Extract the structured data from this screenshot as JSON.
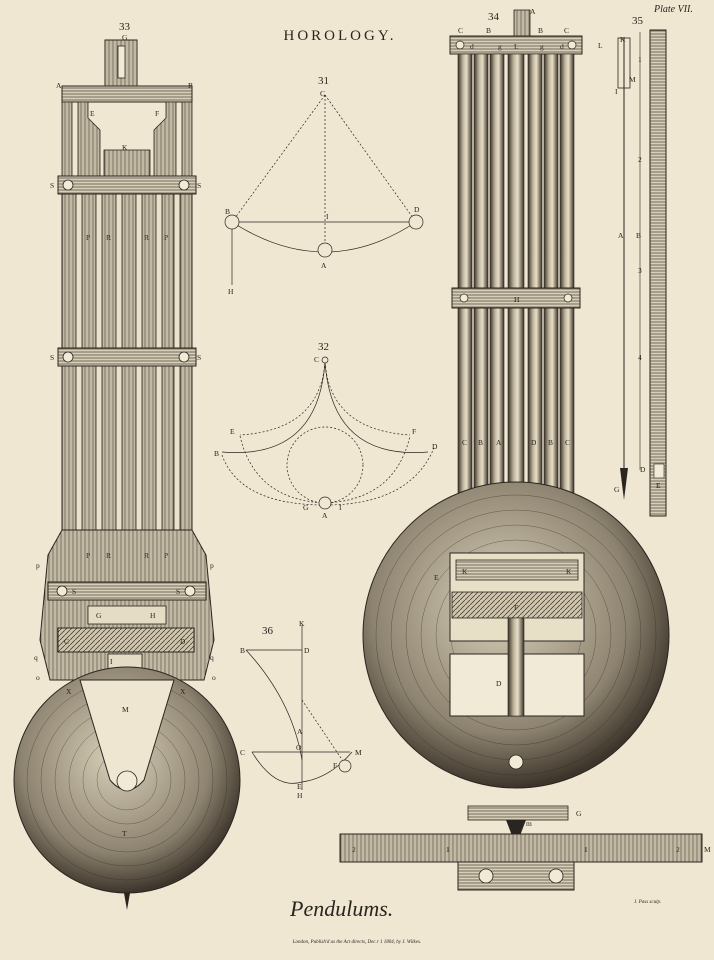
{
  "plate": {
    "title": "HOROLOGY.",
    "plate_number": "Plate VII.",
    "caption": "Pendulums.",
    "engraver": "J. Pass sculp.",
    "imprint": "London, Publish'd as the Act directs, Dec.r 1 1804, by J. Wilkes."
  },
  "figures": {
    "f31": {
      "number": "31",
      "labels": {
        "C": "C",
        "B": "B",
        "D": "D",
        "I": "I",
        "A": "A",
        "H": "H"
      }
    },
    "f32": {
      "number": "32",
      "labels": {
        "C": "C",
        "E": "E",
        "F": "F",
        "B": "B",
        "D": "D",
        "G": "G",
        "A": "A",
        "I": "I"
      }
    },
    "f33": {
      "number": "33",
      "labels": {
        "G": "G",
        "A": "A",
        "B": "B",
        "E": "E",
        "F": "F",
        "K": "K",
        "S": "S",
        "P": "P",
        "R": "R",
        "p": "p",
        "C": "C",
        "D": "D",
        "H": "H",
        "I": "I",
        "q": "q",
        "o": "o",
        "X": "X",
        "M": "M",
        "T": "T"
      }
    },
    "f34": {
      "number": "34",
      "labels": {
        "A": "A",
        "C": "C",
        "B": "B",
        "d": "d",
        "g": "g",
        "L": "L",
        "H": "H",
        "K": "K",
        "E": "E",
        "F": "F",
        "D": "D",
        "G": "G",
        "M": "M",
        "m": "m",
        "1": "1",
        "2": "2"
      }
    },
    "f35": {
      "number": "35",
      "labels": {
        "L": "L",
        "K": "K",
        "M": "M",
        "I": "I",
        "A": "A",
        "B": "B",
        "G": "G",
        "D": "D",
        "E": "E",
        "1": "1",
        "2": "2",
        "3": "3",
        "4": "4"
      }
    },
    "f36": {
      "number": "36",
      "labels": {
        "K": "K",
        "B": "B",
        "D": "D",
        "A": "A",
        "O": "O",
        "C": "C",
        "F": "F",
        "M": "M",
        "E": "E",
        "H": "H"
      }
    }
  }
}
